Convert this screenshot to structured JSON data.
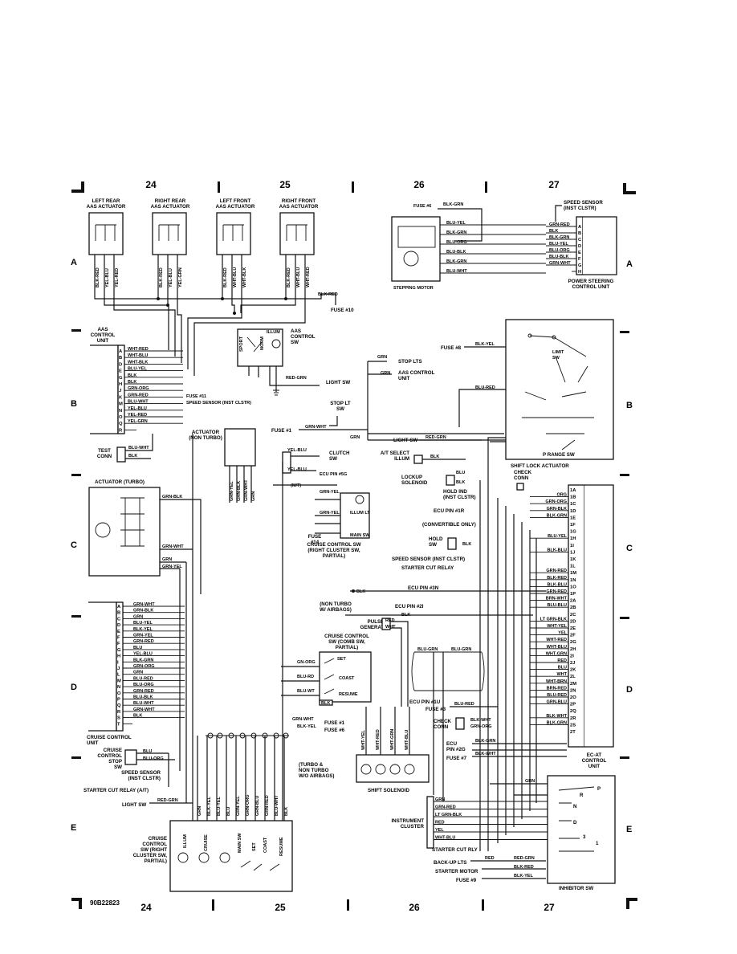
{
  "grid": {
    "columns": [
      "24",
      "25",
      "26",
      "27"
    ],
    "rows": [
      "A",
      "B",
      "C",
      "D",
      "E"
    ],
    "figure_id": "90B22823"
  },
  "components": {
    "left_rear": "LEFT REAR\nAAS ACTUATOR",
    "right_rear": "RIGHT REAR\nAAS ACTUATOR",
    "left_front": "LEFT FRONT\nAAS ACTUATOR",
    "right_front": "RIGHT FRONT\nAAS ACTUATOR",
    "aas_control_unit": "AAS\nCONTROL\nUNIT",
    "aas_control_sw": "AAS\nCONTROL\nSW",
    "stepping_motor": "STEPPING MOTOR",
    "power_steering": "POWER STEERING\nCONTROL UNIT",
    "shift_lock_actuator": "SHIFT LOCK ACTUATOR",
    "actuator_non_turbo": "ACTUATOR\n(NON TURBO)",
    "actuator_turbo": "ACTUATOR (TURBO)",
    "test_conn": "TEST\nCONN",
    "cruise_control_unit": "CRUISE CONTROL\nUNIT",
    "cruise_control_stop_sw": "CRUISE\nCONTROL\nSTOP\nSW",
    "cruise_control_sw_right": "CRUISE CONTROL SW\n(RIGHT CLUSTER SW,\nPARTIAL)",
    "cruise_control_sw_comb": "CRUISE CONTROL\nSW (COMB SW,\nPARTIAL)",
    "cruise_control_sw_bottom": "CRUISE\nCONTROL\nSW (RIGHT\nCLUSTER SW,\nPARTIAL)",
    "shift_solenoid": "SHIFT SOLENOID",
    "instrument_cluster": "INSTRUMENT\nCLUSTER",
    "inhibitor_sw": "INHIBITOR SW",
    "ec_at_control_unit": "EC-AT\nCONTROL\nUNIT",
    "pulse_generator": "PULSE\nGENERATOR",
    "clutch_sw": "CLUTCH\nSW",
    "illum_lt": "ILLUM LT",
    "main_sw": "MAIN SW",
    "p_range_sw": "P RANGE SW",
    "limit_sw": "LIMIT\nSW",
    "stop_lt_sw": "STOP LT\nSW",
    "check_conn": "CHECK\nCONN",
    "lockup_solenoid": "LOCKUP\nSOLENOID",
    "hold_sw": "HOLD\nSW",
    "at_select_illum": "A/T SELECT\nILLUM"
  },
  "refs": {
    "fuse10": "FUSE #10",
    "fuse11": "FUSE #11",
    "fuse6": "FUSE #6",
    "fuse8": "FUSE #8",
    "fuse1": "FUSE #1",
    "fuse14": "FUSE\n#14",
    "fuse3": "FUSE #3",
    "fuse7": "FUSE #7",
    "fuse9": "FUSE #9",
    "speed_sensor_top": "SPEED SENSOR\n(INST CLSTR)",
    "speed_sensor_b": "SPEED SENSOR (INST CLSTR)",
    "stop_lts": "STOP LTS",
    "aas_control_unit_ref": "AAS CONTROL\nUNIT",
    "light_sw": "LIGHT SW",
    "light_sw_b": "LIGHT SW",
    "ecu_pin_5g": "ECU PIN #5G",
    "mt": "(M/T)",
    "hold_ind": "HOLD IND\n(INST CLSTR)",
    "ecu_pin_1r": "ECU PIN #1R",
    "convertible_only": "(CONVERTIBLE ONLY)",
    "speed_sensor_c": "SPEED SENSOR (INST CLSTR)",
    "starter_cut_relay": "STARTER CUT RELAY",
    "ecu_pin_3n": "ECU PIN #3N",
    "ecu_pin_2i": "ECU PIN #2I",
    "non_turbo_w_airbags": "(NON TURBO\nW/ AIRBAGS)",
    "ecu_pin_1u": "ECU PIN #1U",
    "ecu_pin_2g": "ECU\nPIN #2G",
    "speed_sensor_d": "SPEED SENSOR\n(INST CLSTR)",
    "starter_cut_relay_at": "STARTER CUT RELAY (A/T)",
    "light_sw_e": "LIGHT SW",
    "turbo_non_turbo": "(TURBO &\nNON TURBO\nW/O AIRBAGS)",
    "fuse1_d": "FUSE #1",
    "fuse6_d": "FUSE #6",
    "starter_cut_rly": "STARTER CUT RLY",
    "backup_lts": "BACK-UP LTS",
    "starter_motor": "STARTER MOTOR"
  },
  "labels": {
    "set": "SET",
    "coast": "COAST",
    "resume": "RESUME",
    "sport": "SPORT",
    "norm": "NORM",
    "illum": "ILLUM",
    "cruise": "CRUISE",
    "main_sw_v": "MAIN SW",
    "set_v": "SET",
    "coast_v": "COAST",
    "resume_v": "RESUME",
    "illum_v": "ILLUM"
  },
  "wires": {
    "blk_red": "BLK-RED",
    "blk_grn": "BLK-GRN",
    "grn_red": "GRN-RED",
    "blk_yel": "BLK-YEL",
    "grn_wht": "GRN-WHT",
    "grn": "GRN",
    "red_grn": "RED-GRN",
    "yel_blu": "YEL-BLU",
    "blk": "BLK",
    "grn_blk": "GRN-BLK",
    "grn_yel": "GRN-YEL",
    "gn_org": "GN-ORG",
    "blu_rd": "BLU-RD",
    "blu_wt": "BLU-WT",
    "blu": "BLU",
    "blu_org": "BLU-ORG",
    "red": "RED",
    "wht": "WHT",
    "yel": "YEL",
    "blu_red": "BLU-RED",
    "blu_wht": "BLU-WHT",
    "blk_wht": "BLK-WHT",
    "grn_org": "GRN-ORG",
    "lt_grn_blk": "LT GRN-BLK",
    "wht_blu": "WHT-BLU",
    "blu_grn": "BLU-GRN"
  },
  "aas_pins": [
    {
      "pin": "A",
      "wire": "WHT-RED"
    },
    {
      "pin": "B",
      "wire": "WHT-BLU"
    },
    {
      "pin": "D",
      "wire": "WHT-BLK"
    },
    {
      "pin": "E",
      "wire": "BLU-YEL"
    },
    {
      "pin": "G",
      "wire": "BLK"
    },
    {
      "pin": "H",
      "wire": "BLK"
    },
    {
      "pin": "J",
      "wire": "GRN-ORG"
    },
    {
      "pin": "K",
      "wire": "GRN-RED"
    },
    {
      "pin": "M",
      "wire": "BLU-WHT"
    },
    {
      "pin": "N",
      "wire": "YEL-BLU"
    },
    {
      "pin": "O",
      "wire": "YEL-RED"
    },
    {
      "pin": "Q",
      "wire": "YEL-GRN"
    },
    {
      "pin": "R",
      "wire": ""
    }
  ],
  "ps_pins": [
    {
      "pin": "A",
      "wire": "GRN-RED"
    },
    {
      "pin": "B",
      "wire": "BLK"
    },
    {
      "pin": "C",
      "wire": "BLK-GRN"
    },
    {
      "pin": "D",
      "wire": "BLU-YEL"
    },
    {
      "pin": "E",
      "wire": "BLU-ORG"
    },
    {
      "pin": "F",
      "wire": "BLU-BLK"
    },
    {
      "pin": "G",
      "wire": "GRN-WHT"
    },
    {
      "pin": "H",
      "wire": ""
    }
  ],
  "stepping_wires": [
    "BLU-YEL",
    "BLK-GRN",
    "BLU-ORG",
    "BLU-BLK",
    "BLK-GRN",
    "BLU-WHT"
  ],
  "cruise_pins": [
    {
      "pin": "A",
      "wire": "GRN-WHT"
    },
    {
      "pin": "B",
      "wire": "GRN-BLK"
    },
    {
      "pin": "C",
      "wire": "GRN"
    },
    {
      "pin": "D",
      "wire": "BLU-YEL"
    },
    {
      "pin": "E",
      "wire": "BLK-YEL"
    },
    {
      "pin": "F",
      "wire": "GRN-YEL"
    },
    {
      "pin": "F",
      "wire": "GRN-RED"
    },
    {
      "pin": "G",
      "wire": "BLU"
    },
    {
      "pin": "H",
      "wire": "YEL-BLU"
    },
    {
      "pin": "I",
      "wire": "BLK-GRN"
    },
    {
      "pin": "J",
      "wire": "GRN-ORG"
    },
    {
      "pin": "L",
      "wire": "GRN"
    },
    {
      "pin": "M",
      "wire": "BLU-RED"
    },
    {
      "pin": "N",
      "wire": "BLU-ORG"
    },
    {
      "pin": "O",
      "wire": "GRN-RED"
    },
    {
      "pin": "P",
      "wire": "BLU-BLK"
    },
    {
      "pin": "Q",
      "wire": "BLU-WHT"
    },
    {
      "pin": "R",
      "wire": "GRN-WHT"
    },
    {
      "pin": "S",
      "wire": "BLK"
    },
    {
      "pin": "T",
      "wire": ""
    }
  ],
  "ecat_pins": [
    {
      "pin": "1A",
      "wire": ""
    },
    {
      "pin": "1B",
      "wire": "ORG"
    },
    {
      "pin": "1C",
      "wire": "GRN-ORG"
    },
    {
      "pin": "1D",
      "wire": "GRN-BLK"
    },
    {
      "pin": "1E",
      "wire": "BLK-GRN"
    },
    {
      "pin": "1F",
      "wire": ""
    },
    {
      "pin": "1G",
      "wire": ""
    },
    {
      "pin": "1H",
      "wire": "BLU-YEL"
    },
    {
      "pin": "1I",
      "wire": ""
    },
    {
      "pin": "1J",
      "wire": "BLK-BLU"
    },
    {
      "pin": "1K",
      "wire": ""
    },
    {
      "pin": "1L",
      "wire": ""
    },
    {
      "pin": "1M",
      "wire": "GRN-RED"
    },
    {
      "pin": "1N",
      "wire": "BLK-RED"
    },
    {
      "pin": "1O",
      "wire": "BLK-BLU"
    },
    {
      "pin": "1P",
      "wire": "GRN-RED"
    },
    {
      "pin": "2A",
      "wire": "BRN-WHT"
    },
    {
      "pin": "2B",
      "wire": "BLU-BLU"
    },
    {
      "pin": "2C",
      "wire": ""
    },
    {
      "pin": "2D",
      "wire": "LT GRN-BLK"
    },
    {
      "pin": "2E",
      "wire": "WHT-YEL"
    },
    {
      "pin": "2F",
      "wire": "YEL"
    },
    {
      "pin": "2G",
      "wire": "WHT-RED"
    },
    {
      "pin": "2H",
      "wire": "WHT-BLU"
    },
    {
      "pin": "2I",
      "wire": "WHT-GRN"
    },
    {
      "pin": "2J",
      "wire": "RED"
    },
    {
      "pin": "2K",
      "wire": "BLU"
    },
    {
      "pin": "2L",
      "wire": "WHT"
    },
    {
      "pin": "2M",
      "wire": "WHT-BRN"
    },
    {
      "pin": "2N",
      "wire": "BRN-RED"
    },
    {
      "pin": "2O",
      "wire": "BLU-RED"
    },
    {
      "pin": "2P",
      "wire": "GRN-BLU"
    },
    {
      "pin": "2Q",
      "wire": ""
    },
    {
      "pin": "2R",
      "wire": "BLK-WHT"
    },
    {
      "pin": "2S",
      "wire": "BLK-GRN"
    },
    {
      "pin": "2T",
      "wire": ""
    }
  ],
  "inhibitor_positions": [
    "P",
    "R",
    "N",
    "D",
    "3",
    "1"
  ],
  "instrument_wires": [
    "GRN",
    "GRN-RED",
    "LT GRN-BLK",
    "RED",
    "YEL",
    "WHT-BLU"
  ],
  "solenoid_wires": [
    "WHT-YEL",
    "WHT-RED",
    "WHT-GRN",
    "WHT-BLU"
  ],
  "cruise_sw_wires": [
    "GRN",
    "BLK-YEL",
    "BLU-YEL",
    "BLU",
    "GRN-YEL",
    "GRN-ORG",
    "GRN-BLU",
    "GRN-RED",
    "BLU-WHT",
    "BLK"
  ],
  "actuator_wires": {
    "lr": [
      "BLK-RED",
      "YEL-BLU",
      "YEL-RED"
    ],
    "rr": [
      "BLK-RED",
      "YEL-BLU",
      "YEL-GRN"
    ],
    "lf": [
      "BLK-RED",
      "WHT-BLU",
      "WHT-BLK"
    ],
    "rf": [
      "BLK-RED",
      "WHT-BLU",
      "WHT-RED"
    ],
    "nt": [
      "GRN-YEL",
      "GRN-BLK",
      "GRN-WHT",
      "GRN"
    ]
  }
}
